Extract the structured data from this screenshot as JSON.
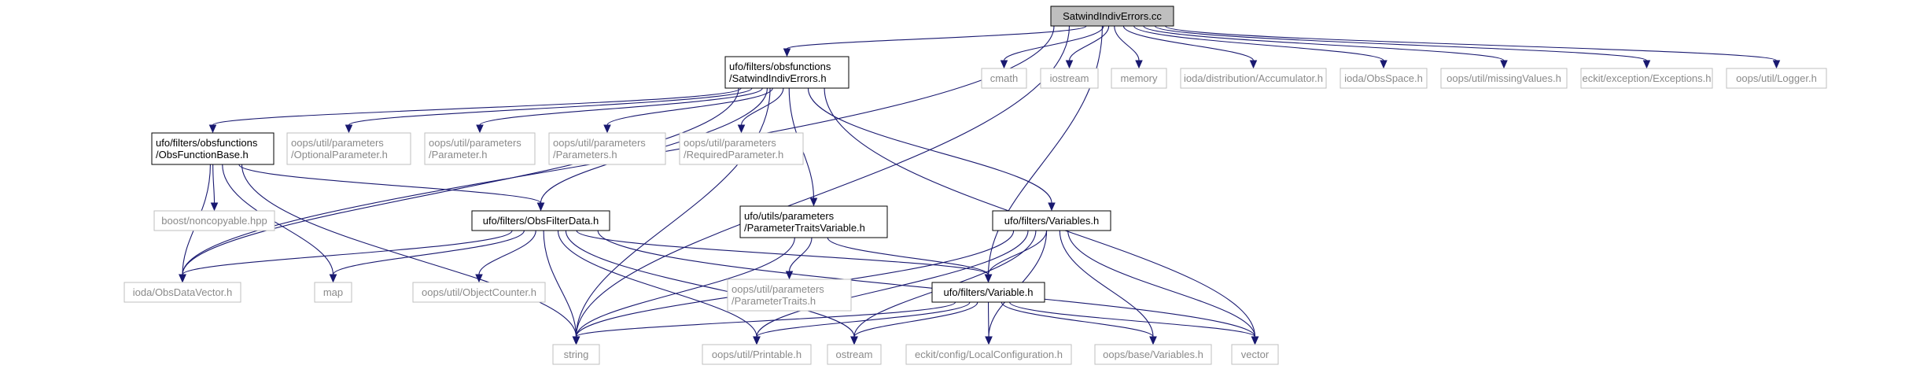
{
  "nodes": {
    "root": [
      "SatwindIndivErrors.cc"
    ],
    "sie_h": [
      "ufo/filters/obsfunctions",
      "/SatwindIndivErrors.h"
    ],
    "cmath": [
      "cmath"
    ],
    "iostream": [
      "iostream"
    ],
    "memory": [
      "memory"
    ],
    "accum": [
      "ioda/distribution/Accumulator.h"
    ],
    "obsspace": [
      "ioda/ObsSpace.h"
    ],
    "missing": [
      "oops/util/missingValues.h"
    ],
    "exceptions": [
      "eckit/exception/Exceptions.h"
    ],
    "logger": [
      "oops/util/Logger.h"
    ],
    "ofb": [
      "ufo/filters/obsfunctions",
      "/ObsFunctionBase.h"
    ],
    "optparam": [
      "oops/util/parameters",
      "/OptionalParameter.h"
    ],
    "param": [
      "oops/util/parameters",
      "/Parameter.h"
    ],
    "params": [
      "oops/util/parameters",
      "/Parameters.h"
    ],
    "reqparam": [
      "oops/util/parameters",
      "/RequiredParameter.h"
    ],
    "noncopy": [
      "boost/noncopyable.hpp"
    ],
    "ofd": [
      "ufo/filters/ObsFilterData.h"
    ],
    "ptv": [
      "ufo/utils/parameters",
      "/ParameterTraitsVariable.h"
    ],
    "fvars": [
      "ufo/filters/Variables.h"
    ],
    "odv": [
      "ioda/ObsDataVector.h"
    ],
    "map": [
      "map"
    ],
    "objcounter": [
      "oops/util/ObjectCounter.h"
    ],
    "ptraits": [
      "oops/util/parameters",
      "/ParameterTraits.h"
    ],
    "fvar": [
      "ufo/filters/Variable.h"
    ],
    "string": [
      "string"
    ],
    "printable": [
      "oops/util/Printable.h"
    ],
    "ostream": [
      "ostream"
    ],
    "localconf": [
      "eckit/config/LocalConfiguration.h"
    ],
    "basevars": [
      "oops/base/Variables.h"
    ],
    "vector": [
      "vector"
    ]
  },
  "edges": [
    [
      "root",
      "sie_h"
    ],
    [
      "root",
      "cmath"
    ],
    [
      "root",
      "iostream"
    ],
    [
      "root",
      "memory"
    ],
    [
      "root",
      "accum"
    ],
    [
      "root",
      "obsspace"
    ],
    [
      "root",
      "missing"
    ],
    [
      "root",
      "exceptions"
    ],
    [
      "root",
      "logger"
    ],
    [
      "root",
      "fvar"
    ],
    [
      "root",
      "odv"
    ],
    [
      "root",
      "string"
    ],
    [
      "sie_h",
      "ofb"
    ],
    [
      "sie_h",
      "optparam"
    ],
    [
      "sie_h",
      "param"
    ],
    [
      "sie_h",
      "params"
    ],
    [
      "sie_h",
      "reqparam"
    ],
    [
      "sie_h",
      "ofd"
    ],
    [
      "sie_h",
      "ptv"
    ],
    [
      "sie_h",
      "fvars"
    ],
    [
      "sie_h",
      "odv"
    ],
    [
      "sie_h",
      "string"
    ],
    [
      "sie_h",
      "vector"
    ],
    [
      "ofb",
      "noncopy"
    ],
    [
      "ofb",
      "ofd"
    ],
    [
      "ofb",
      "odv"
    ],
    [
      "ofb",
      "map"
    ],
    [
      "ofb",
      "string"
    ],
    [
      "ofd",
      "odv"
    ],
    [
      "ofd",
      "map"
    ],
    [
      "ofd",
      "objcounter"
    ],
    [
      "ofd",
      "fvar"
    ],
    [
      "ofd",
      "string"
    ],
    [
      "ofd",
      "printable"
    ],
    [
      "ofd",
      "ostream"
    ],
    [
      "ofd",
      "vector"
    ],
    [
      "ptv",
      "ptraits"
    ],
    [
      "ptv",
      "fvar"
    ],
    [
      "ptv",
      "string"
    ],
    [
      "fvars",
      "fvar"
    ],
    [
      "fvars",
      "string"
    ],
    [
      "fvars",
      "printable"
    ],
    [
      "fvars",
      "ostream"
    ],
    [
      "fvars",
      "localconf"
    ],
    [
      "fvars",
      "basevars"
    ],
    [
      "fvars",
      "vector"
    ],
    [
      "fvar",
      "string"
    ],
    [
      "fvar",
      "printable"
    ],
    [
      "fvar",
      "ostream"
    ],
    [
      "fvar",
      "localconf"
    ],
    [
      "fvar",
      "basevars"
    ],
    [
      "fvar",
      "vector"
    ]
  ]
}
